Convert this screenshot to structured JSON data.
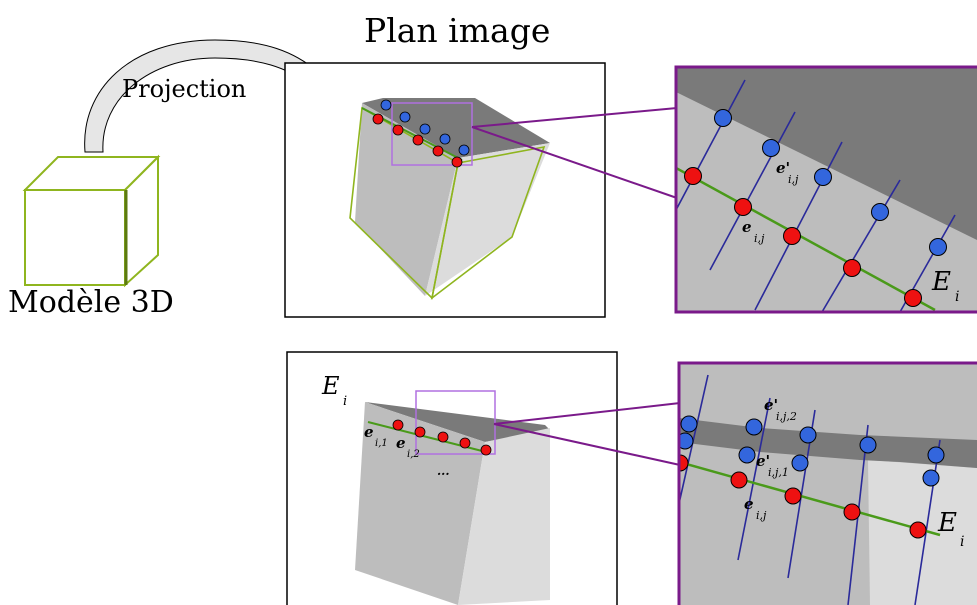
{
  "labels": {
    "plan_image": "Plan image",
    "projection": "Projection",
    "model_3d": "Modèle 3D",
    "edge": "E",
    "edge_sub": "i",
    "e_main": "e",
    "e_main_sub": "i,j",
    "e_prime": "e'",
    "e_prime_sub": "i,j",
    "e_prime_sub_1": "i,j,1",
    "e_prime_sub_2": "i,j,2",
    "e1": "e",
    "e1_sub": "i,1",
    "e2": "e",
    "e2_sub": "i,2",
    "ellipsis": "..."
  },
  "colors": {
    "edge_green": "#4a9a1a",
    "model_green": "#8fb51f",
    "point_red": "#ee1111",
    "point_blue": "#3366dd",
    "search_line": "#2a2a9a",
    "zoom_frame": "#7a1a8a",
    "zoom_rect": "#b070e0",
    "face_dark": "#7a7a7a",
    "face_mid": "#bdbdbd",
    "face_light": "#dcdcdc"
  }
}
